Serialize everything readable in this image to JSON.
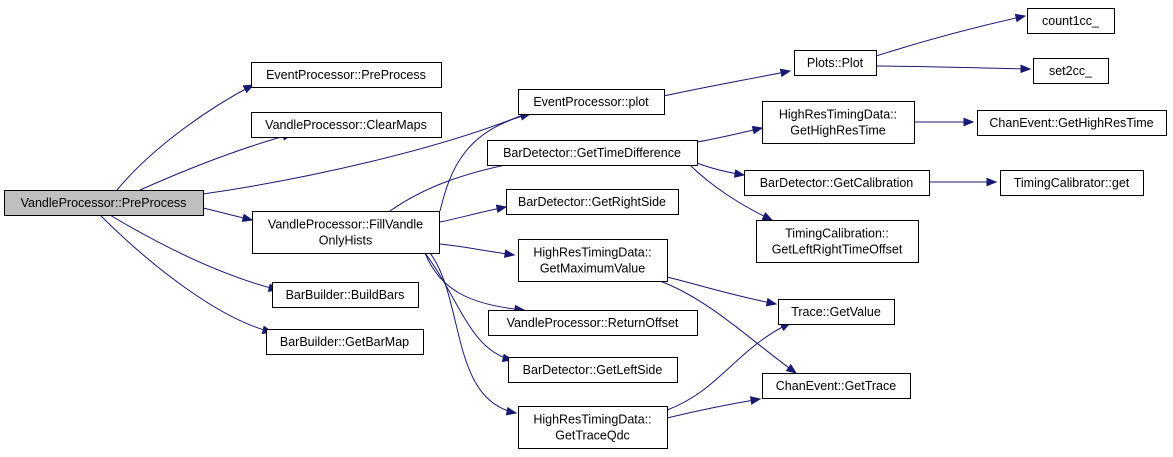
{
  "colors": {
    "edge": "#191970",
    "root_fill": "#bfbfbf",
    "node_fill": "#ffffff",
    "border": "#000000"
  },
  "nodes": [
    {
      "id": "vp_preprocess",
      "lines": [
        "VandleProcessor::PreProcess"
      ],
      "root": true
    },
    {
      "id": "ep_preprocess",
      "lines": [
        "EventProcessor::PreProcess"
      ]
    },
    {
      "id": "vp_clearmaps",
      "lines": [
        "VandleProcessor::ClearMaps"
      ]
    },
    {
      "id": "ep_plot",
      "lines": [
        "EventProcessor::plot"
      ]
    },
    {
      "id": "vp_fillvandle",
      "lines": [
        "VandleProcessor::FillVandle",
        "OnlyHists"
      ]
    },
    {
      "id": "bb_buildbars",
      "lines": [
        "BarBuilder::BuildBars"
      ]
    },
    {
      "id": "bb_getbarmap",
      "lines": [
        "BarBuilder::GetBarMap"
      ]
    },
    {
      "id": "plots_plot",
      "lines": [
        "Plots::Plot"
      ]
    },
    {
      "id": "count1cc",
      "lines": [
        "count1cc_"
      ]
    },
    {
      "id": "set2cc",
      "lines": [
        "set2cc_"
      ]
    },
    {
      "id": "bd_gettimediff",
      "lines": [
        "BarDetector::GetTimeDifference"
      ]
    },
    {
      "id": "hrtd_gethighrestime",
      "lines": [
        "HighResTimingData::",
        "GetHighResTime"
      ]
    },
    {
      "id": "ce_gethighrestime",
      "lines": [
        "ChanEvent::GetHighResTime"
      ]
    },
    {
      "id": "bd_getcalibration",
      "lines": [
        "BarDetector::GetCalibration"
      ]
    },
    {
      "id": "tc_get",
      "lines": [
        "TimingCalibrator::get"
      ]
    },
    {
      "id": "tcal_getlrto",
      "lines": [
        "TimingCalibration::",
        "GetLeftRightTimeOffset"
      ]
    },
    {
      "id": "bd_getrightside",
      "lines": [
        "BarDetector::GetRightSide"
      ]
    },
    {
      "id": "hrtd_getmaxvalue",
      "lines": [
        "HighResTimingData::",
        "GetMaximumValue"
      ]
    },
    {
      "id": "vp_returnoffset",
      "lines": [
        "VandleProcessor::ReturnOffset"
      ]
    },
    {
      "id": "bd_getleftside",
      "lines": [
        "BarDetector::GetLeftSide"
      ]
    },
    {
      "id": "hrtd_gettraceqdc",
      "lines": [
        "HighResTimingData::",
        "GetTraceQdc"
      ]
    },
    {
      "id": "trace_getvalue",
      "lines": [
        "Trace::GetValue"
      ]
    },
    {
      "id": "ce_gettrace",
      "lines": [
        "ChanEvent::GetTrace"
      ]
    }
  ],
  "edges": [
    [
      "vp_preprocess",
      "ep_preprocess"
    ],
    [
      "vp_preprocess",
      "vp_clearmaps"
    ],
    [
      "vp_preprocess",
      "ep_plot"
    ],
    [
      "vp_preprocess",
      "vp_fillvandle"
    ],
    [
      "vp_preprocess",
      "bb_buildbars"
    ],
    [
      "vp_preprocess",
      "bb_getbarmap"
    ],
    [
      "ep_plot",
      "plots_plot"
    ],
    [
      "plots_plot",
      "count1cc"
    ],
    [
      "plots_plot",
      "set2cc"
    ],
    [
      "vp_fillvandle",
      "ep_plot"
    ],
    [
      "vp_fillvandle",
      "bd_gettimediff"
    ],
    [
      "vp_fillvandle",
      "bd_getrightside"
    ],
    [
      "vp_fillvandle",
      "hrtd_getmaxvalue"
    ],
    [
      "vp_fillvandle",
      "vp_returnoffset"
    ],
    [
      "vp_fillvandle",
      "bd_getleftside"
    ],
    [
      "vp_fillvandle",
      "hrtd_gettraceqdc"
    ],
    [
      "bd_gettimediff",
      "hrtd_gethighrestime"
    ],
    [
      "bd_gettimediff",
      "bd_getcalibration"
    ],
    [
      "bd_gettimediff",
      "tcal_getlrto"
    ],
    [
      "hrtd_gethighrestime",
      "ce_gethighrestime"
    ],
    [
      "bd_getcalibration",
      "tc_get"
    ],
    [
      "hrtd_getmaxvalue",
      "trace_getvalue"
    ],
    [
      "hrtd_getmaxvalue",
      "ce_gettrace"
    ],
    [
      "hrtd_gettraceqdc",
      "trace_getvalue"
    ],
    [
      "hrtd_gettraceqdc",
      "ce_gettrace"
    ]
  ]
}
